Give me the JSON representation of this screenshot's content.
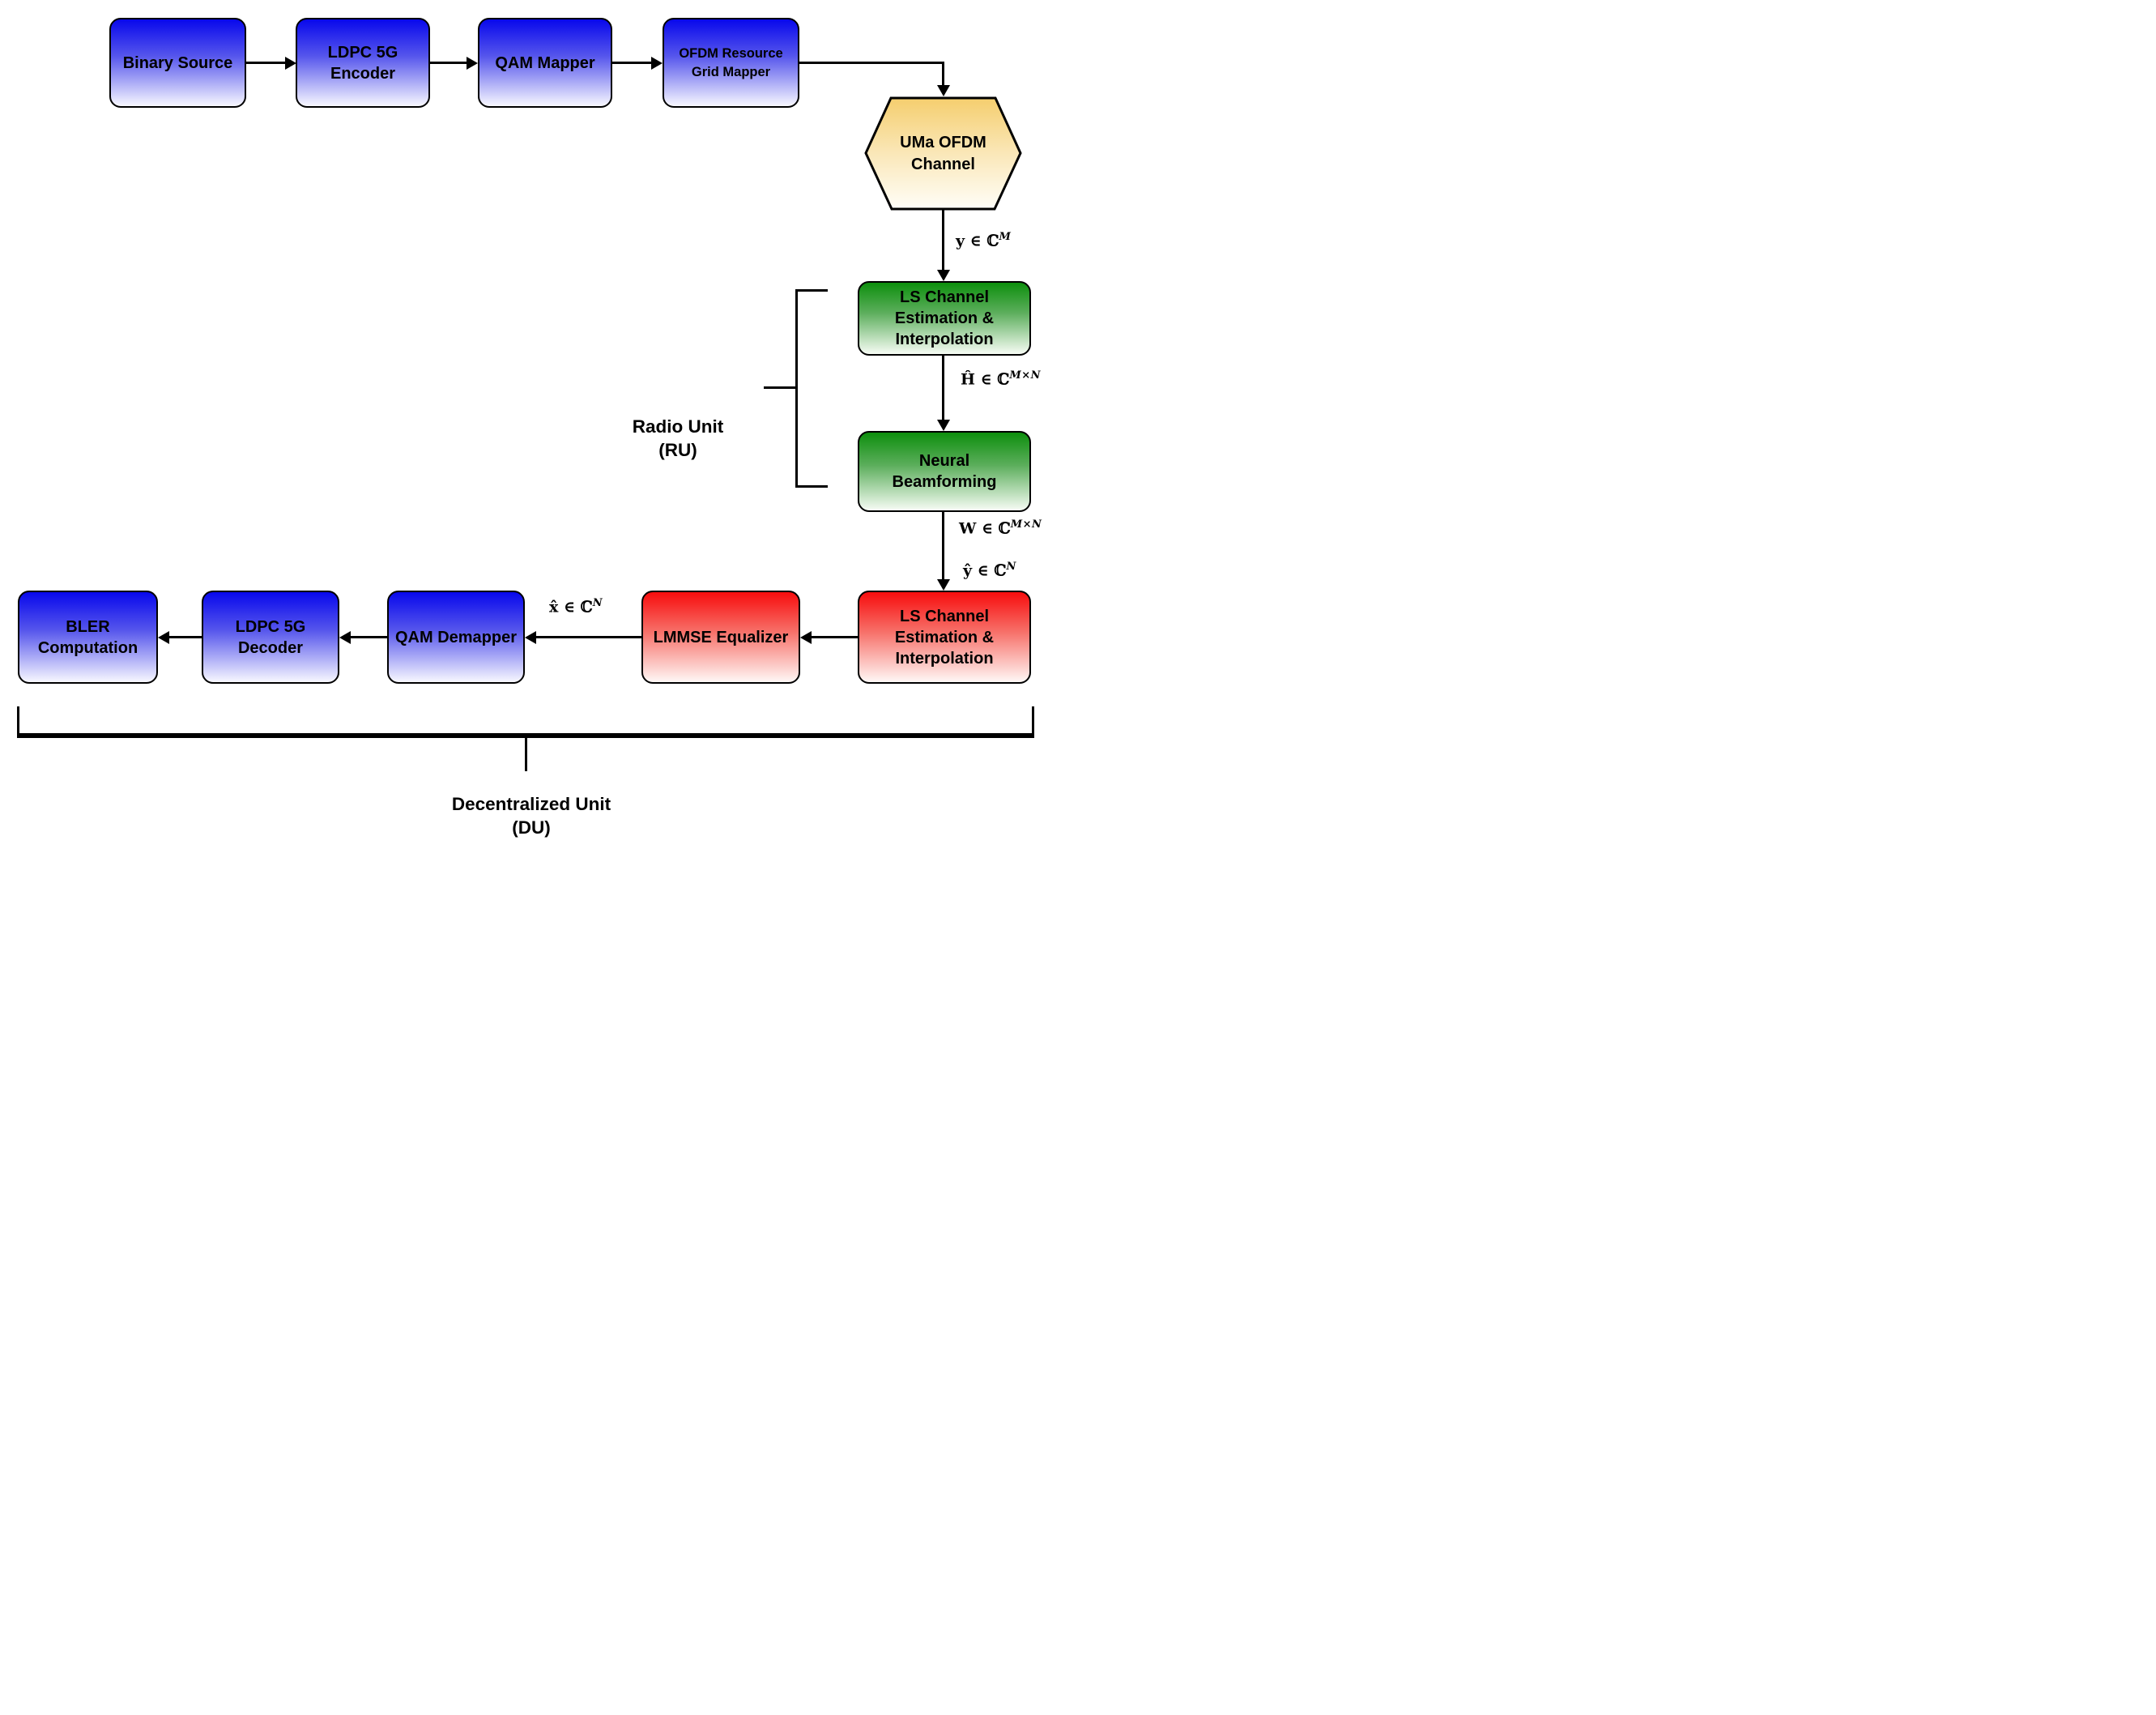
{
  "blocks": {
    "binary_source": {
      "label": "Binary Source"
    },
    "ldpc_encoder": {
      "label": "LDPC 5G Encoder"
    },
    "qam_mapper": {
      "label": "QAM Mapper"
    },
    "ofdm_grid_mapper": {
      "label": "OFDM Resource\nGrid Mapper"
    },
    "uma_ofdm_channel": {
      "label": "UMa OFDM\nChannel"
    },
    "ls_channel_est_ru": {
      "label": "LS Channel\nEstimation &\nInterpolation"
    },
    "neural_beamforming": {
      "label": "Neural\nBeamforming"
    },
    "ls_channel_est_du": {
      "label": "LS Channel\nEstimation &\nInterpolation"
    },
    "lmmse_equalizer": {
      "label": "LMMSE Equalizer"
    },
    "qam_demapper": {
      "label": "QAM Demapper"
    },
    "ldpc_decoder": {
      "label": "LDPC 5G\nDecoder"
    },
    "bler_computation": {
      "label": "BLER\nComputation"
    }
  },
  "signals": {
    "y": {
      "main": "y ∈ ℂ",
      "sup": "M"
    },
    "hhat": {
      "main": "Ĥ ∈ ℂ",
      "sup": "M×N"
    },
    "w": {
      "main": "W ∈ ℂ",
      "sup": "M×N"
    },
    "yhat": {
      "main": "ŷ ∈ ℂ",
      "sup": "N"
    },
    "xhat": {
      "main": "x̂ ∈ ℂ",
      "sup": "N"
    }
  },
  "sections": {
    "radio_unit": {
      "label": "Radio Unit\n(RU)"
    },
    "decentralized_unit": {
      "label": "Decentralized Unit\n(DU)"
    }
  },
  "colors": {
    "block_blue_top": "#0808EC",
    "block_blue_mid": "#5555EC",
    "block_blue_bottom": "#F8F8FF",
    "block_green_top": "#0D8F0D",
    "block_green_mid": "#5CAE5C",
    "block_green_bottom": "#F7FCF5",
    "block_red_top": "#F70D0D",
    "block_red_mid": "#F7726B",
    "block_red_bottom": "#FFF8F6",
    "channel_top": "#F5CE6E",
    "channel_mid": "#FAE7B8",
    "channel_bottom": "#FFFEF8",
    "outline": "#000000"
  }
}
